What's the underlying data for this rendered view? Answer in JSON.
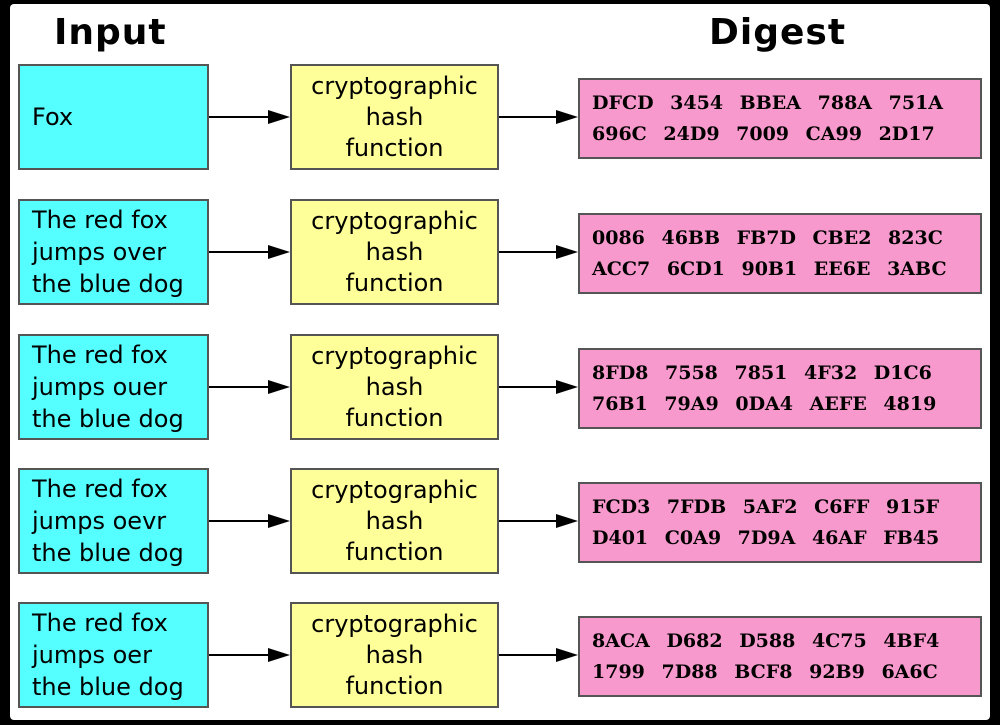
{
  "headers": {
    "input": "Input",
    "digest": "Digest"
  },
  "hash_label": [
    "cryptographic",
    "hash",
    "function"
  ],
  "rows": [
    {
      "input": [
        "Fox"
      ],
      "digest": [
        "DFCD 3454 BBEA 788A 751A",
        "696C 24D9 7009 CA99 2D17"
      ]
    },
    {
      "input": [
        "The red fox",
        "jumps over",
        "the blue dog"
      ],
      "digest": [
        "0086 46BB FB7D CBE2 823C",
        "ACC7 6CD1 90B1 EE6E 3ABC"
      ]
    },
    {
      "input": [
        "The red fox",
        "jumps ouer",
        "the blue dog"
      ],
      "digest": [
        "8FD8 7558 7851 4F32 D1C6",
        "76B1 79A9 0DA4 AEFE 4819"
      ]
    },
    {
      "input": [
        "The red fox",
        "jumps oevr",
        "the blue dog"
      ],
      "digest": [
        "FCD3 7FDB 5AF2 C6FF 915F",
        "D401 C0A9 7D9A 46AF FB45"
      ]
    },
    {
      "input": [
        "The red fox",
        "jumps oer",
        "the blue dog"
      ],
      "digest": [
        "8ACA D682 D588 4C75 4BF4",
        "1799 7D88 BCF8 92B9 6A6C"
      ]
    }
  ],
  "colors": {
    "input_box": "#55ffff",
    "hash_box": "#ffff99",
    "digest_box": "#f799cc"
  }
}
